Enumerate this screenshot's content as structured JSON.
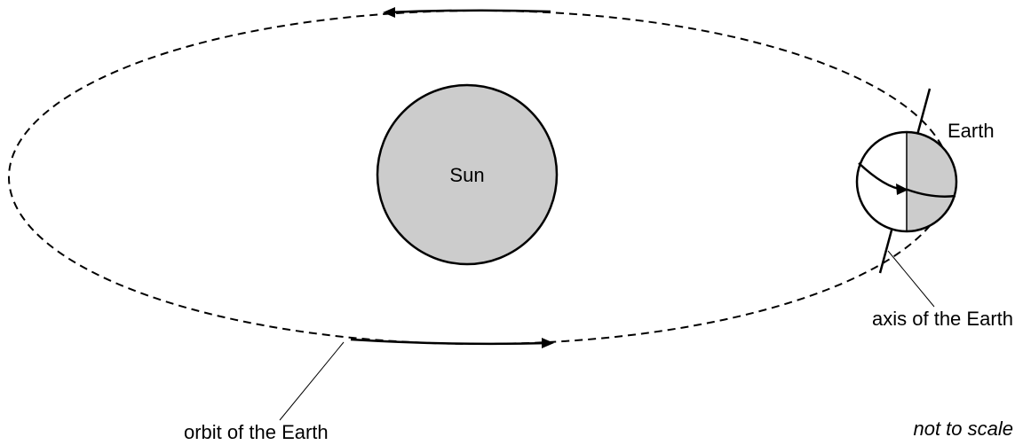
{
  "labels": {
    "sun": "Sun",
    "earth": "Earth",
    "orbit": "orbit of the Earth",
    "axis": "axis of the Earth",
    "scale_note": "not to scale"
  },
  "colors": {
    "stroke": "#000000",
    "sun_fill": "#cccccc",
    "earth_night_fill": "#cccccc",
    "earth_day_fill": "#ffffff"
  }
}
